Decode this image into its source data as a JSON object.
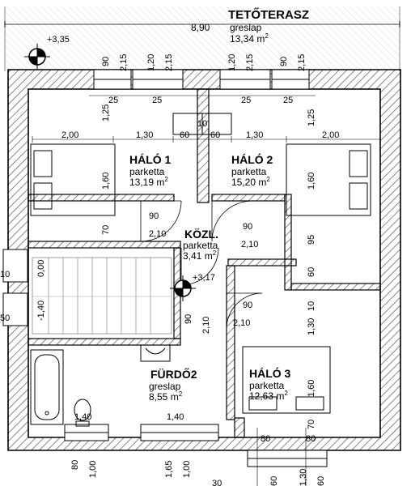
{
  "terrace": {
    "title": "TETŐTERASZ",
    "width": "8,90",
    "material": "greslap",
    "area": "13,34 m",
    "area_sup": "2"
  },
  "level_marks": {
    "top": "+3,35",
    "mid": "+3,17"
  },
  "rooms": {
    "halo1": {
      "name": "HÁLÓ 1",
      "floor": "parketta",
      "area": "13,19 m",
      "sup": "2"
    },
    "halo2": {
      "name": "HÁLÓ 2",
      "floor": "parketta",
      "area": "15,20 m",
      "sup": "2"
    },
    "kozl": {
      "name": "KÖZL.",
      "floor": "parketta",
      "area": "3,41 m",
      "sup": "2"
    },
    "furdo2": {
      "name": "FÜRDŐ2",
      "floor": "greslap",
      "area": "8,55 m",
      "sup": "2"
    },
    "halo3": {
      "name": "HÁLÓ 3",
      "floor": "parketta",
      "area": "12,63 m",
      "sup": "2"
    }
  },
  "dims": {
    "w1_90": "90",
    "w1_215": "2,15",
    "w2_120": "1,20",
    "w2_215": "2,15",
    "w3_120": "1,20",
    "w3_215": "2,15",
    "w4_90": "90",
    "w4_215": "2,15",
    "d25a": "25",
    "d25b": "25",
    "d25c": "25",
    "d25d": "25",
    "d125": "1,25",
    "d10": "10",
    "d200l": "2,00",
    "d130l": "1,30",
    "d60l": "60",
    "d60r": "60",
    "d130r": "1,30",
    "d200r": "2,00",
    "d160l": "1,60",
    "d160r": "1,60",
    "d70": "70",
    "door90a": "90",
    "door210a": "2,10",
    "door90b": "90",
    "door210b": "2,10",
    "d95": "95",
    "d60b": "60",
    "d000": "0,00",
    "d10left": "10",
    "dm140": "-1,40",
    "d50left": "50",
    "door90c": "90",
    "door210c": "2,10",
    "door90d": "90",
    "door210d": "2,10",
    "d130b": "1,30",
    "d10b": "10",
    "d160c": "1,60",
    "d70b": "70",
    "d140a": "1,40",
    "d140b": "1,40",
    "d80a": "80",
    "d100a": "1,00",
    "d165": "1,65",
    "d100b": "1,00",
    "d80b": "80",
    "d80c": "80",
    "d60c": "60",
    "d130c": "1,30",
    "d60d": "60",
    "d30bottom": "30"
  }
}
